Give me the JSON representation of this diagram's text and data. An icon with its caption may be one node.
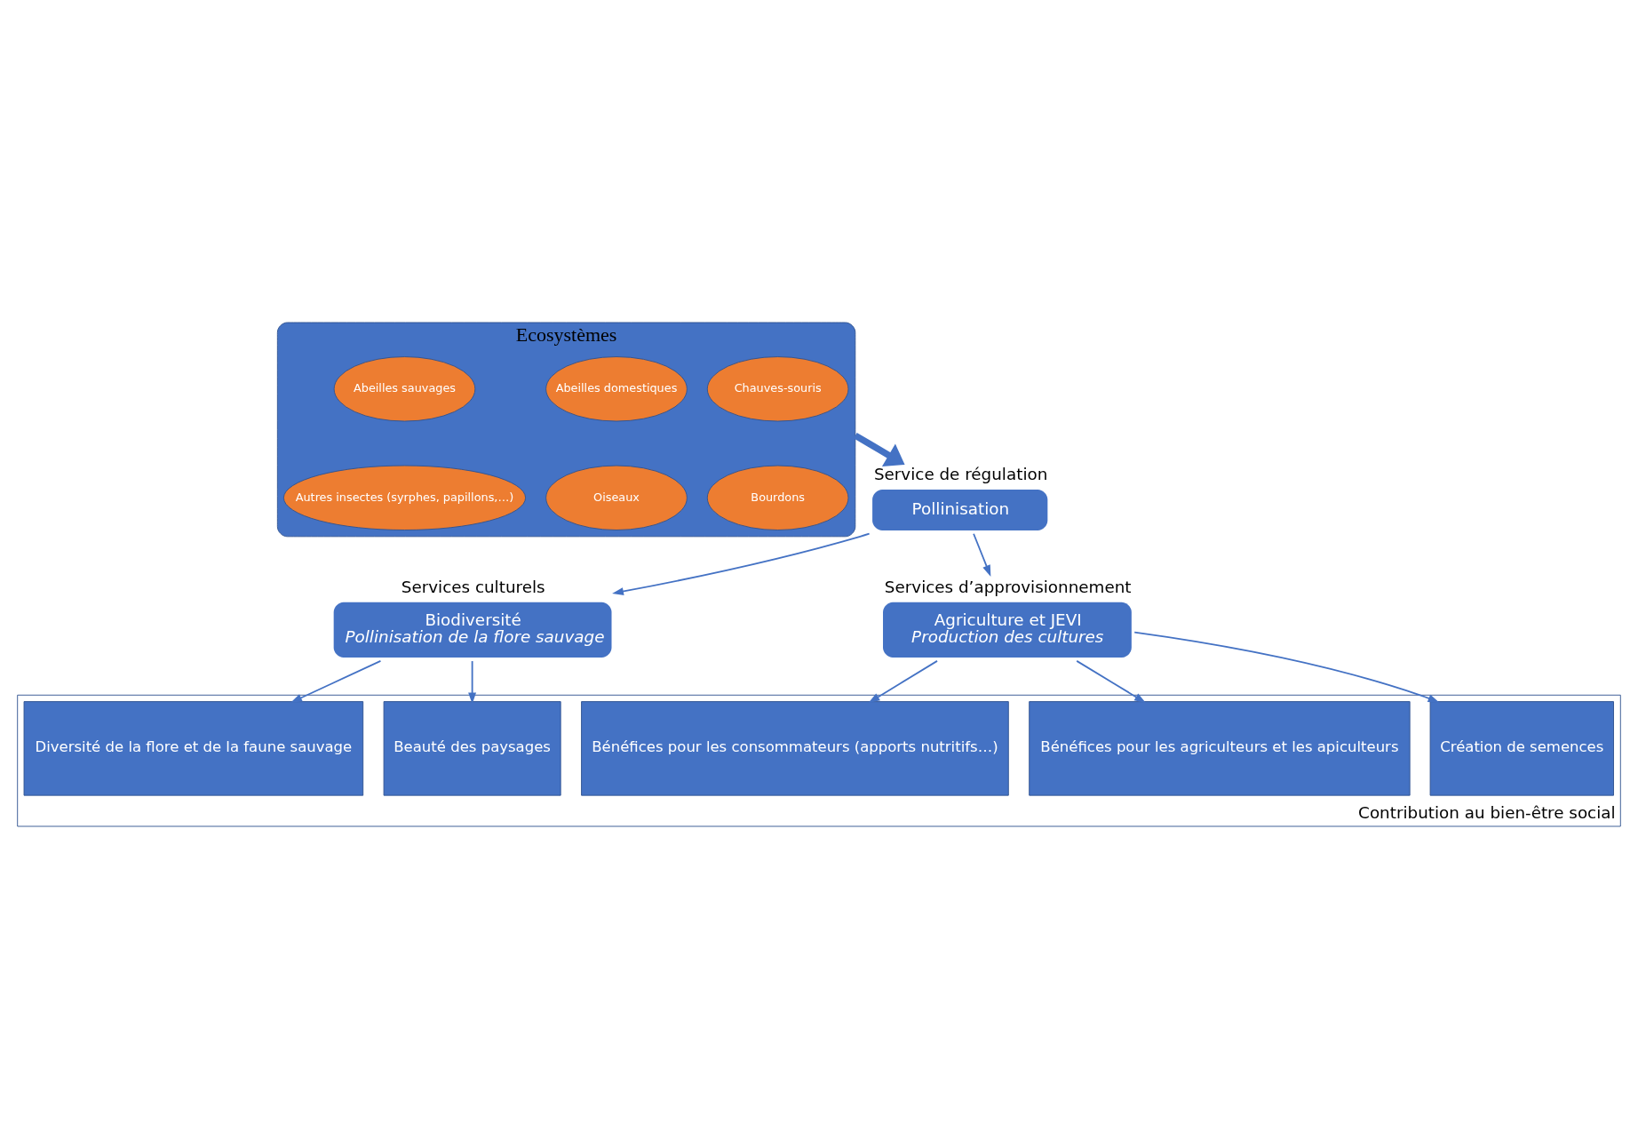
{
  "diagram": {
    "nodes": [
      {
        "text": [
          "Ecosystèmes"
        ]
      },
      {
        "text": [
          "Chauves-souris"
        ],
        "in": 0
      },
      {
        "text": [
          "Abeilles domestiques"
        ],
        "in": 0
      },
      {
        "text": [
          "Abeilles sauvages"
        ],
        "in": 0
      },
      {
        "text": [
          "Bourdons"
        ],
        "in": 0
      },
      {
        "text": [
          "Oiseaux"
        ],
        "in": 0
      },
      {
        "text": [
          "Autres insectes (syrphes, papillons,…)"
        ],
        "in": 0
      },
      {
        "text": [
          "Service de régulation",
          "Pollinisation"
        ]
      },
      {
        "text": [
          "Services culturels",
          "Biodiversité",
          "Pollinisation de la flore sauvage"
        ]
      },
      {
        "text": [
          "Services d’approvisionnement",
          "Agriculture et JEVI",
          "Production des cultures"
        ]
      },
      {
        "text": [
          "Contribution au bien-être social"
        ]
      },
      {
        "text": [
          "Beauté des paysages"
        ],
        "in": 10
      },
      {
        "text": [
          "Diversité de la flore et de la faune sauvage"
        ],
        "in": 10
      },
      {
        "text": [
          "Bénéfices pour les consommateurs (apports nutritifs…)"
        ],
        "in": 10
      },
      {
        "text": [
          "Création de semences"
        ],
        "in": 10
      },
      {
        "text": [
          "Bénéfices pour les agriculteurs et les apiculteurs"
        ],
        "in": 10
      }
    ],
    "edges": [
      {
        "from": 0,
        "to": 7,
        "arrow": "to",
        "style": "thick"
      },
      {
        "from": 7,
        "to": 8,
        "arrow": "to"
      },
      {
        "from": 7,
        "to": 9,
        "arrow": "to"
      },
      {
        "from": 8,
        "to": 11,
        "arrow": "to"
      },
      {
        "from": 8,
        "to": 12,
        "arrow": "to"
      },
      {
        "from": 9,
        "to": 13,
        "arrow": "to"
      },
      {
        "from": 9,
        "to": 14,
        "arrow": "to"
      },
      {
        "from": 9,
        "to": 15,
        "arrow": "to"
      }
    ]
  }
}
